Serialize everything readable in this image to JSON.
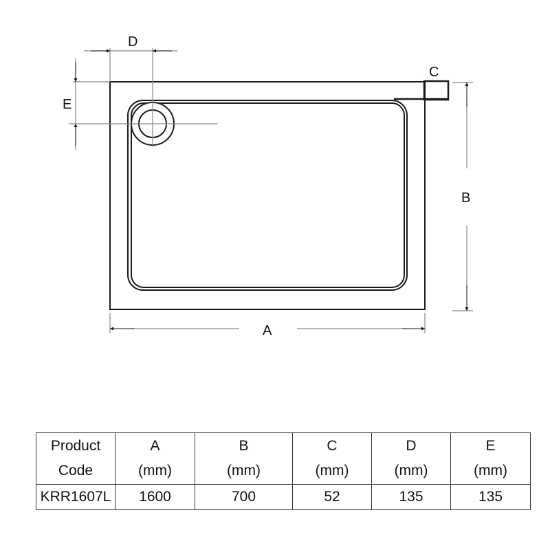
{
  "drawing": {
    "labels": {
      "A": "A",
      "B": "B",
      "C": "C",
      "D": "D",
      "E": "E"
    },
    "colors": {
      "outline": "#1a1a1a",
      "dimension_line": "#888888",
      "arrow": "#111111"
    }
  },
  "table": {
    "headers": [
      {
        "line1": "Product",
        "line2": "Code"
      },
      {
        "line1": "A",
        "line2": "(mm)"
      },
      {
        "line1": "B",
        "line2": "(mm)"
      },
      {
        "line1": "C",
        "line2": "(mm)"
      },
      {
        "line1": "D",
        "line2": "(mm)"
      },
      {
        "line1": "E",
        "line2": "(mm)"
      }
    ],
    "rows": [
      [
        "KRR1607L",
        "1600",
        "700",
        "52",
        "135",
        "135"
      ]
    ]
  }
}
